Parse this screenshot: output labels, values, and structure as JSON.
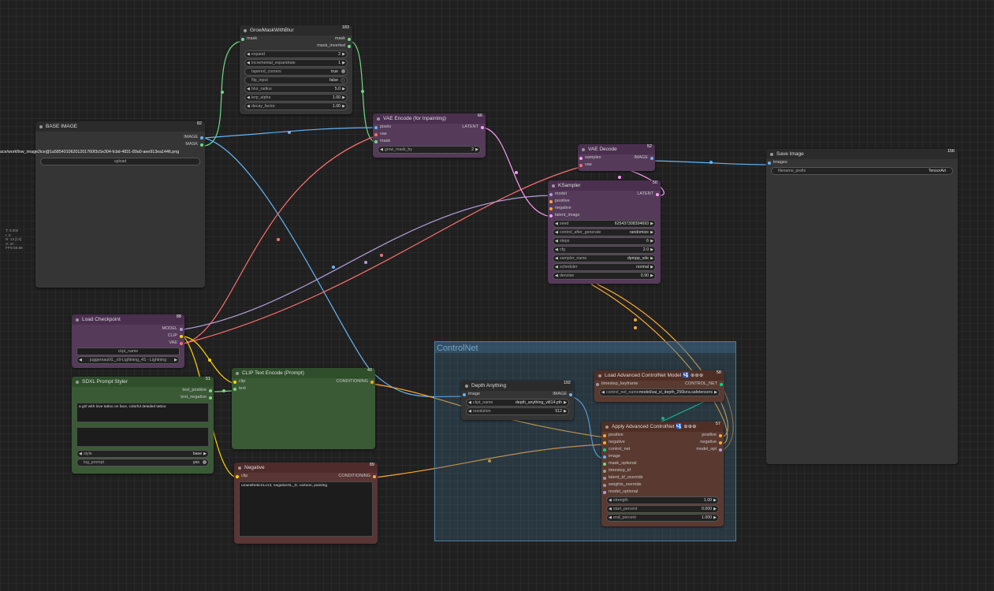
{
  "canvas": {
    "group_title": "ControlNet",
    "stats": [
      "T: 0.00s",
      "I: 0",
      "N: 13 [13]",
      "V: 37",
      "FPS:59.88"
    ]
  },
  "nodes": {
    "grow": {
      "title": "GrowMaskWithBlur",
      "id": "183",
      "in_mask": "mask",
      "out_mask": "mask",
      "out_inv": "mask_inverted",
      "w": [
        {
          "l": "expand",
          "v": "2"
        },
        {
          "l": "incremental_expandrate",
          "v": "1"
        },
        {
          "l": "tapered_corners",
          "v": "true"
        },
        {
          "l": "flip_input",
          "v": "false"
        },
        {
          "l": "blur_radius",
          "v": "5.0"
        },
        {
          "l": "lerp_alpha",
          "v": "1.00"
        },
        {
          "l": "decay_factor",
          "v": "1.00"
        }
      ]
    },
    "base": {
      "title": "BASE IMAGE",
      "id": "82",
      "out_image": "IMAGE",
      "out_mask": "MASK",
      "file": "ace/workflow_image2ice@1a58540106201201760f3c5e304-fcbd-4831-89a0-aee913ea1446.png",
      "upload": "upload"
    },
    "vaeenc": {
      "title": "VAE Encode (for Inpainting)",
      "id": "66",
      "in": [
        "pixels",
        "vae",
        "mask"
      ],
      "out": "LATENT",
      "w": {
        "l": "grow_mask_by",
        "v": "2"
      }
    },
    "vaedec": {
      "title": "VAE Decode",
      "id": "52",
      "in": [
        "samples",
        "vae"
      ],
      "out": "IMAGE"
    },
    "ksampler": {
      "title": "KSampler",
      "id": "50",
      "in": [
        "model",
        "positive",
        "negative",
        "latent_image"
      ],
      "out": "LATENT",
      "w": [
        {
          "l": "seed",
          "v": "625437308394693"
        },
        {
          "l": "control_after_generate",
          "v": "randomize"
        },
        {
          "l": "steps",
          "v": "6"
        },
        {
          "l": "cfg",
          "v": "2.0"
        },
        {
          "l": "sampler_name",
          "v": "dpmpp_sde"
        },
        {
          "l": "scheduler",
          "v": "normal"
        },
        {
          "l": "denoise",
          "v": "0.90"
        }
      ]
    },
    "save": {
      "title": "Save Image",
      "id": "156",
      "in": "images",
      "w": {
        "l": "filename_prefix",
        "v": "TensorArt"
      }
    },
    "ckpt": {
      "title": "Load Checkpoint",
      "id": "88",
      "out": [
        "MODEL",
        "CLIP",
        "VAE"
      ],
      "w_label": "ckpt_name",
      "w_value": "juggernautXL_v9-Lightning_4S - Lightning"
    },
    "styler": {
      "title": "SDXL Prompt Styler",
      "id": "51",
      "out": [
        "text_positive",
        "text_negative"
      ],
      "pos_text": "a girl with love tattoo on face, colorful detailed tattoo",
      "neg_text": "",
      "w": [
        {
          "l": "style",
          "v": "base"
        },
        {
          "l": "log_prompt",
          "v": "yes"
        }
      ]
    },
    "clipenc": {
      "title": "CLIP Text Encode (Prompt)",
      "id": "49",
      "in": [
        "clip",
        "text"
      ],
      "out": "CONDITIONING"
    },
    "neg": {
      "title": "Negative",
      "id": "89",
      "in": "clip",
      "out": "CONDITIONING",
      "text": "unaestheticXLv13, negativeXL_D, cartoon, painting"
    },
    "depth": {
      "title": "Depth Anything",
      "id": "192",
      "in": "image",
      "out": "IMAGE",
      "w": [
        {
          "l": "ckpt_name",
          "v": "depth_anything_vitl14.pth"
        },
        {
          "l": "resolution",
          "v": "512"
        }
      ]
    },
    "lacm": {
      "title": "Load Advanced ControlNet Model",
      "badge": "🛂",
      "dots": "⊕⊕⊕",
      "id": "58",
      "in": "timestep_keyframe",
      "out": "CONTROL_NET",
      "w": {
        "l": "control_net_name",
        "v": "model/sai_xl_depth_256lora.safetensors"
      }
    },
    "aacn": {
      "title": "Apply Advanced ControlNet",
      "badge": "🛂",
      "dots": "⊕⊕⊕",
      "id": "57",
      "in": [
        "positive",
        "negative",
        "control_net",
        "image",
        "mask_optional",
        "timestep_kf",
        "latent_kf_override",
        "weights_override",
        "model_optional"
      ],
      "out": [
        "positive",
        "negative",
        "model_opt"
      ],
      "w": [
        {
          "l": "strength",
          "v": "1.00"
        },
        {
          "l": "start_percent",
          "v": "0.000"
        },
        {
          "l": "end_percent",
          "v": "1.000"
        }
      ]
    }
  }
}
